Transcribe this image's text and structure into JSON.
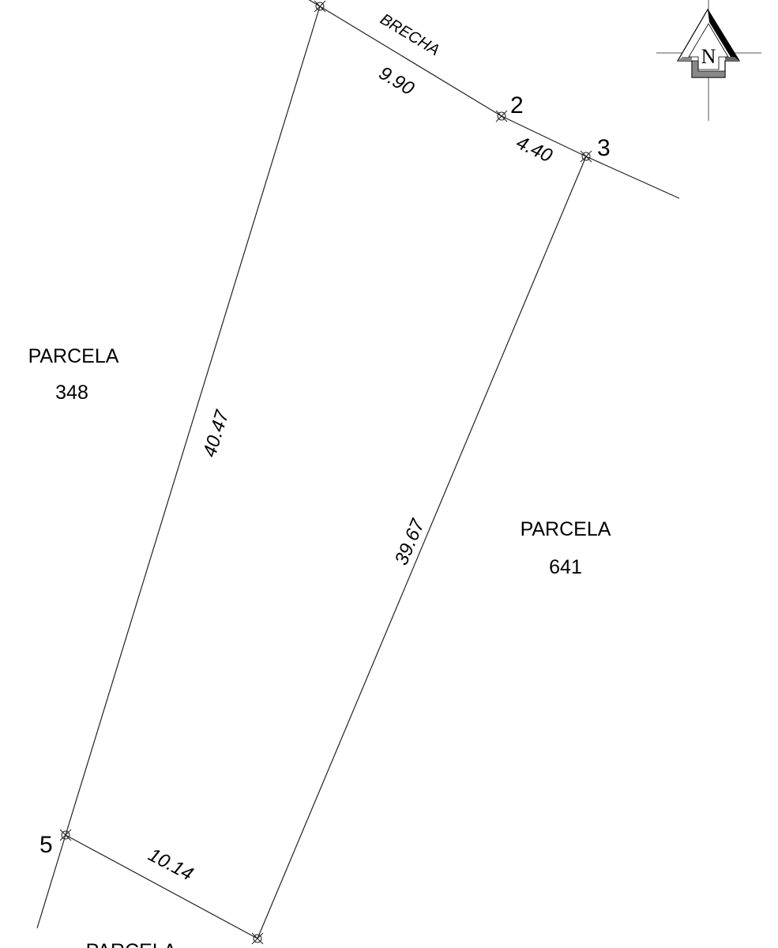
{
  "title": "Parcel survey plan",
  "road_label": "BRECHA",
  "north_arrow": {
    "letter": "N"
  },
  "points": [
    {
      "id": "1",
      "shown": false
    },
    {
      "id": "2",
      "label": "2"
    },
    {
      "id": "3",
      "label": "3"
    },
    {
      "id": "4",
      "shown": false
    },
    {
      "id": "5",
      "label": "5"
    }
  ],
  "dimensions": {
    "side_1_2": "9.90",
    "side_2_3": "4.40",
    "side_3_4": "39.67",
    "side_4_5": "10.14",
    "side_5_1": "40.47"
  },
  "neighbors": [
    {
      "label": "PARCELA",
      "number": "348"
    },
    {
      "label": "PARCELA",
      "number": "641"
    },
    {
      "label": "PARCELA"
    }
  ]
}
